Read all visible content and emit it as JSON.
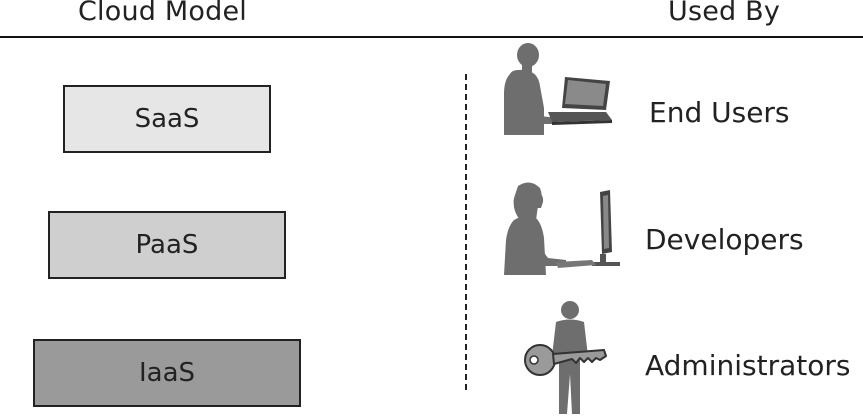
{
  "headers": {
    "left": "Cloud Model",
    "right": "Used By"
  },
  "models": [
    {
      "label": "SaaS",
      "fill": "#e6e6e6"
    },
    {
      "label": "PaaS",
      "fill": "#cfcfcf"
    },
    {
      "label": "IaaS",
      "fill": "#9a9a9a"
    }
  ],
  "users": [
    {
      "label": "End Users",
      "icon": "person-laptop-icon"
    },
    {
      "label": "Developers",
      "icon": "person-desktop-icon"
    },
    {
      "label": "Administrators",
      "icon": "person-key-icon"
    }
  ],
  "colors": {
    "silhouette": "#6e6e6e",
    "key": "#9a9a9a"
  }
}
